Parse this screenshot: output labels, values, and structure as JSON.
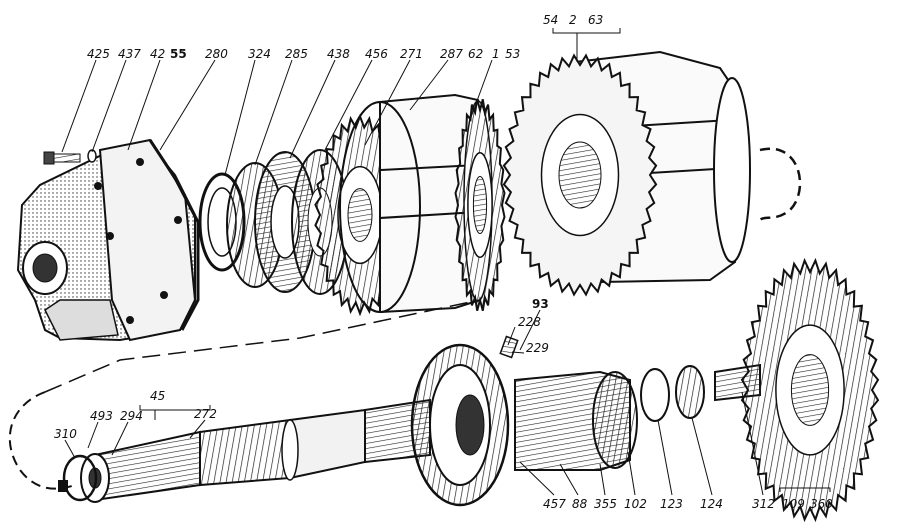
{
  "drawing": {
    "kind": "exploded-view",
    "colors": {
      "ink": "#111111",
      "paper": "#ffffff"
    }
  },
  "callouts": {
    "c425": "425",
    "c437": "437",
    "c42": "42",
    "c55": "55",
    "c280": "280",
    "c324": "324",
    "c285": "285",
    "c438": "438",
    "c456": "456",
    "c271": "271",
    "c287": "287",
    "c62": "62",
    "c1": "1",
    "c53": "53",
    "c54": "54",
    "c2": "2",
    "c63": "63",
    "c93": "93",
    "c228": "228",
    "c229": "229",
    "c45": "45",
    "c310": "310",
    "c493": "493",
    "c294": "294",
    "c272": "272",
    "c457": "457",
    "c88": "88",
    "c355": "355",
    "c102": "102",
    "c123": "123",
    "c124": "124",
    "c312": "312",
    "c109": "109",
    "c360": "360"
  }
}
